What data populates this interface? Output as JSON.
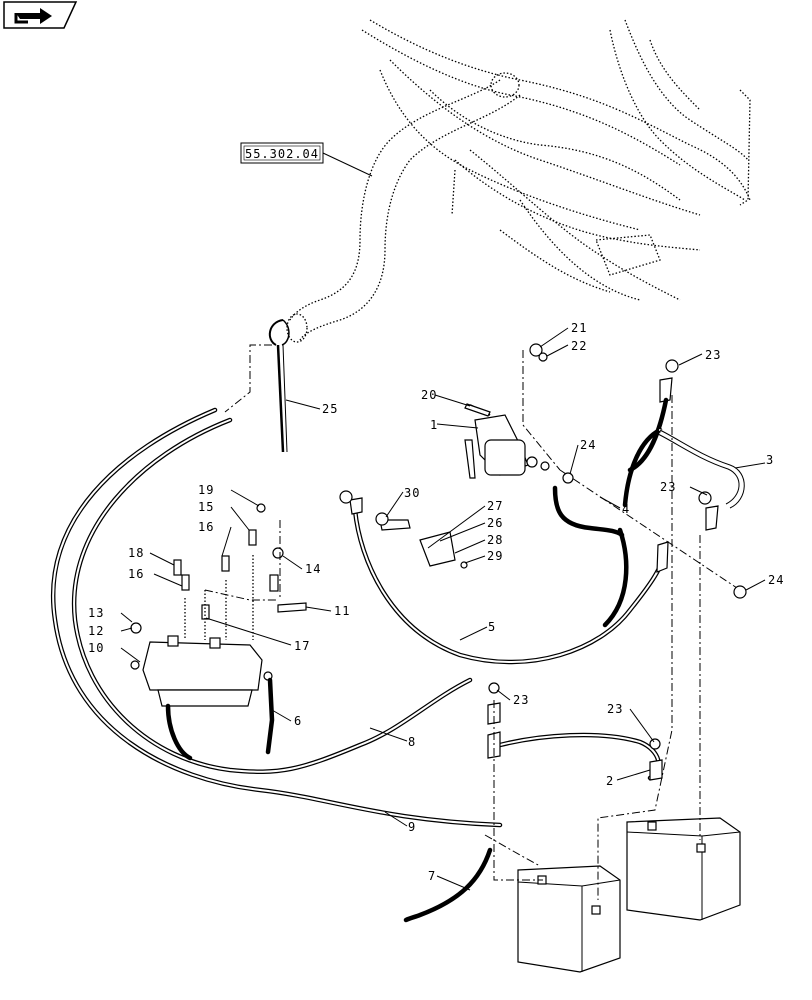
{
  "reference_label": "55.302.04",
  "nav_icon": "arrow-icon",
  "callouts": [
    "1",
    "2",
    "3",
    "4",
    "5",
    "6",
    "7",
    "8",
    "9",
    "10",
    "11",
    "12",
    "13",
    "14",
    "15",
    "16",
    "16",
    "17",
    "18",
    "19",
    "20",
    "21",
    "22",
    "23",
    "23",
    "23",
    "23",
    "24",
    "24",
    "25",
    "26",
    "27",
    "28",
    "29",
    "30"
  ]
}
